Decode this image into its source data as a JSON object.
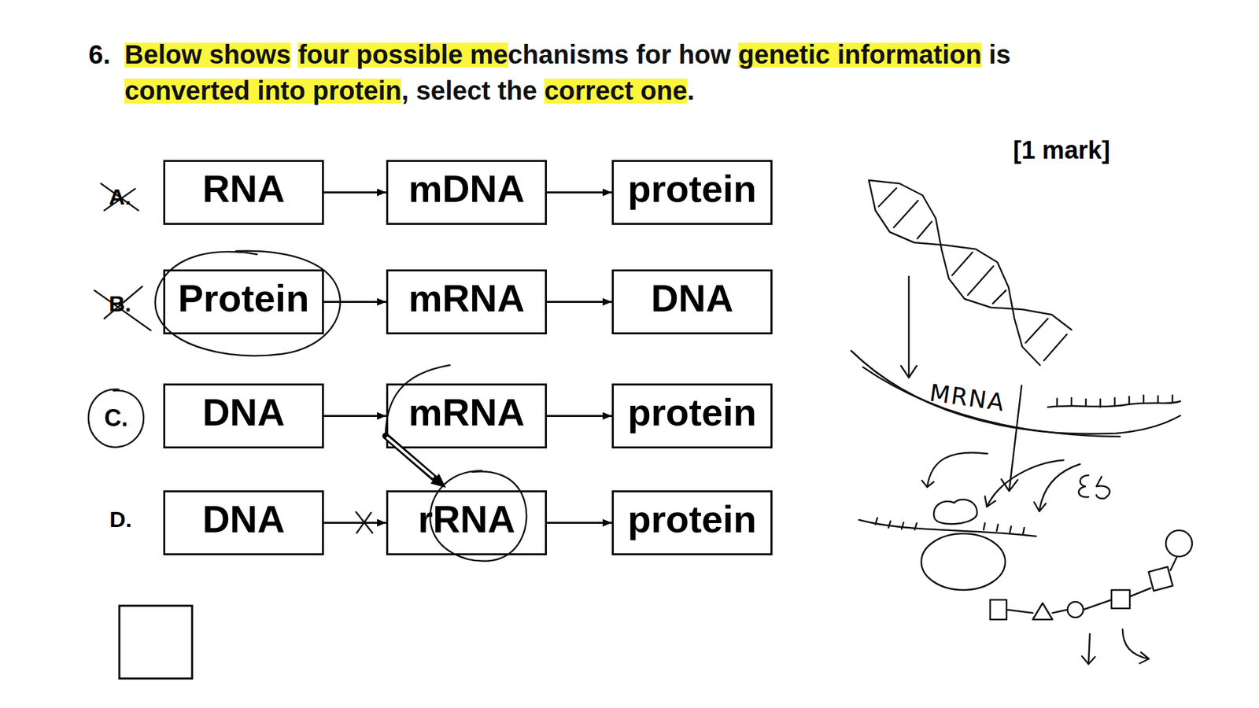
{
  "diagram": {
    "title": "Below shows four possible mechanisms for how genetic information is converted into protein, select the correct one.",
    "nodes": [
      {
        "text": [
          "RNA"
        ]
      },
      {
        "text": [
          "mDNA"
        ]
      },
      {
        "text": [
          "protein"
        ]
      },
      {
        "text": [
          "Protein"
        ]
      },
      {
        "text": [
          "mRNA"
        ]
      },
      {
        "text": [
          "DNA"
        ]
      },
      {
        "text": [
          "C."
        ]
      },
      {
        "text": [
          "DNA"
        ]
      },
      {
        "text": [
          "mRNA"
        ]
      },
      {
        "text": [
          "protein"
        ]
      },
      {
        "text": [
          "DNA"
        ]
      },
      {
        "text": [
          "rRNA"
        ]
      },
      {
        "text": [
          "protein"
        ]
      }
    ],
    "edges": [
      {
        "from": 0,
        "to": 1,
        "arrow": "to"
      },
      {
        "from": 1,
        "to": 2,
        "arrow": "to"
      },
      {
        "from": 3,
        "to": 4,
        "arrow": "to"
      },
      {
        "from": 4,
        "to": 5,
        "arrow": "to"
      },
      {
        "from": 7,
        "to": 8,
        "arrow": "to"
      },
      {
        "from": 8,
        "to": 9,
        "arrow": "to"
      },
      {
        "from": 10,
        "to": 11,
        "arrow": "to"
      },
      {
        "from": 11,
        "to": 12,
        "arrow": "to"
      }
    ],
    "labels": [
      "6.",
      "[1 mark]",
      "A.",
      "B.",
      "D.",
      "MRNA"
    ]
  }
}
